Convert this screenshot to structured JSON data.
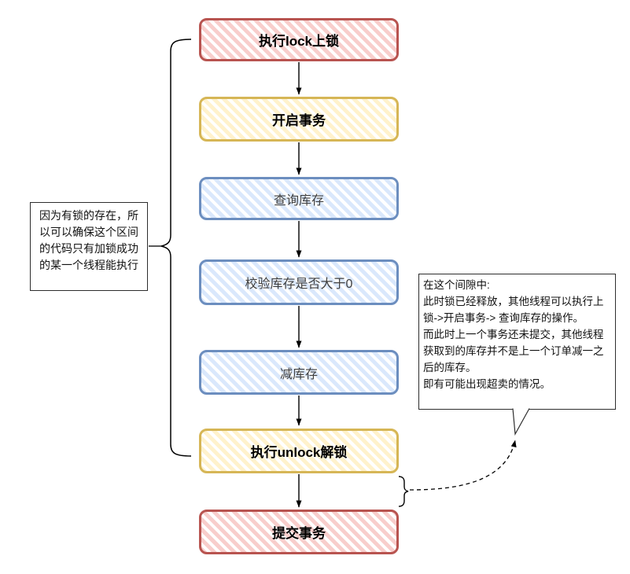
{
  "flow": {
    "nodes": [
      {
        "id": "lock",
        "label": "执行lock上锁",
        "color": "red",
        "text_style": "bold"
      },
      {
        "id": "begin-transaction",
        "label": "开启事务",
        "color": "yellow",
        "text_style": "bold"
      },
      {
        "id": "query-stock",
        "label": "查询库存",
        "color": "blue",
        "text_style": "normal"
      },
      {
        "id": "check-stock",
        "label": "校验库存是否大于0",
        "color": "blue",
        "text_style": "normal"
      },
      {
        "id": "decrease-stock",
        "label": "减库存",
        "color": "blue",
        "text_style": "normal"
      },
      {
        "id": "unlock",
        "label": "执行unlock解锁",
        "color": "yellow",
        "text_style": "bold"
      },
      {
        "id": "commit-transaction",
        "label": "提交事务",
        "color": "red",
        "text_style": "bold"
      }
    ]
  },
  "left_note": {
    "text": "因为有锁的存在，所以可以确保这个区间的代码只有加锁成功的某一个线程能执行"
  },
  "gap_note": {
    "paragraphs": [
      "在这个间隙中:",
      "此时锁已经释放，其他线程可以执行上锁->开启事务-> 查询库存的操作。",
      "而此时上一个事务还未提交，其他线程获取到的库存并不是上一个订单减一之后的库存。",
      "即有可能出现超卖的情况。"
    ]
  },
  "colors": {
    "red_fill": "#F8CECC",
    "red_stroke": "#B85450",
    "yellow_fill": "#FFF2CC",
    "yellow_stroke": "#D6B656",
    "blue_fill": "#DAE8FC",
    "blue_stroke": "#6C8EBF",
    "note_stroke": "#2D2D2D",
    "line": "#000000"
  }
}
